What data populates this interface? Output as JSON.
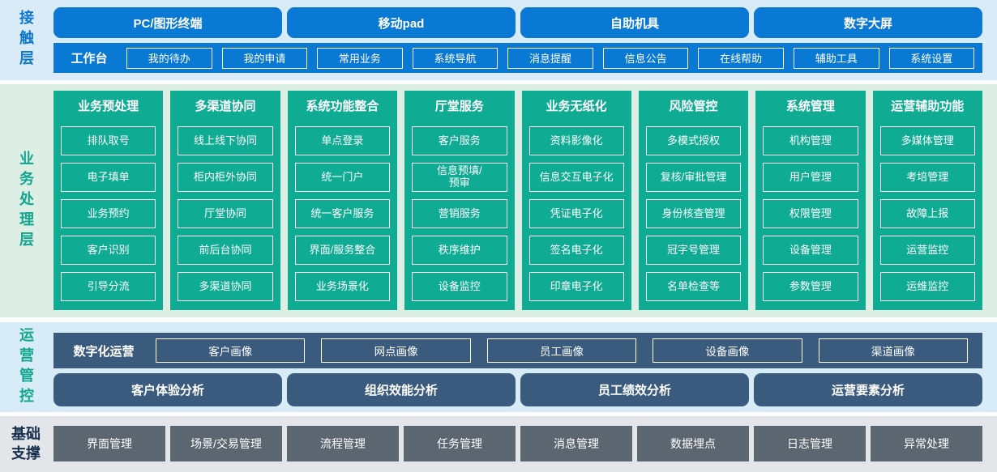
{
  "colors": {
    "blue": "#0a79d3",
    "blue_bg": "#d8ebf7",
    "teal": "#10ab93",
    "teal_bg": "#ddeee5",
    "slate": "#3a5b7d",
    "slate_bg": "#d8ecf8",
    "gray": "#5c6670",
    "gray_bg": "#e3e5e8",
    "label_blue": "#0e77cd",
    "label_teal": "#12a68e",
    "label_navy": "#18304e"
  },
  "layers": {
    "contact": {
      "label": "接触层",
      "terminals": [
        "PC/图形终端",
        "移动pad",
        "自助机具",
        "数字大屏"
      ],
      "workbench_label": "工作台",
      "workbench_items": [
        "我的待办",
        "我的申请",
        "常用业务",
        "系统导航",
        "消息提醒",
        "信息公告",
        "在线帮助",
        "辅助工具",
        "系统设置"
      ]
    },
    "business": {
      "label": "业务处理层",
      "columns": [
        {
          "title": "业务预处理",
          "items": [
            "排队取号",
            "电子填单",
            "业务预约",
            "客户识别",
            "引导分流"
          ]
        },
        {
          "title": "多渠道协同",
          "items": [
            "线上线下协同",
            "柜内柜外协同",
            "厅堂协同",
            "前后台协同",
            "多渠道协同"
          ]
        },
        {
          "title": "系统功能整合",
          "items": [
            "单点登录",
            "统一门户",
            "统一客户服务",
            "界面/服务整合",
            "业务场景化"
          ]
        },
        {
          "title": "厅堂服务",
          "items": [
            "客户服务",
            "信息预填/\n预审",
            "营销服务",
            "秩序维护",
            "设备监控"
          ]
        },
        {
          "title": "业务无纸化",
          "items": [
            "资料影像化",
            "信息交互电子化",
            "凭证电子化",
            "签名电子化",
            "印章电子化"
          ]
        },
        {
          "title": "风险管控",
          "items": [
            "多模式授权",
            "复核/审批管理",
            "身份核查管理",
            "冠字号管理",
            "名单检查等"
          ]
        },
        {
          "title": "系统管理",
          "items": [
            "机构管理",
            "用户管理",
            "权限管理",
            "设备管理",
            "参数管理"
          ]
        },
        {
          "title": "运营辅助功能",
          "items": [
            "多媒体管理",
            "考培管理",
            "故障上报",
            "运营监控",
            "运维监控"
          ]
        }
      ]
    },
    "operations": {
      "label": "运营管控",
      "digital_label": "数字化运营",
      "portraits": [
        "客户画像",
        "网点画像",
        "员工画像",
        "设备画像",
        "渠道画像"
      ],
      "analysis": [
        "客户体验分析",
        "组织效能分析",
        "员工绩效分析",
        "运营要素分析"
      ]
    },
    "foundation": {
      "label": "基础支撑",
      "items": [
        "界面管理",
        "场景/交易管理",
        "流程管理",
        "任务管理",
        "消息管理",
        "数据埋点",
        "日志管理",
        "异常处理"
      ]
    }
  }
}
